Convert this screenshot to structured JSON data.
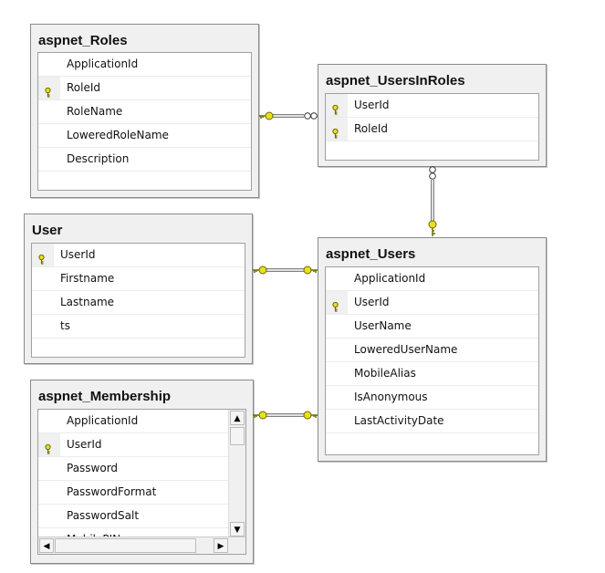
{
  "tables": [
    {
      "id": "roles",
      "title": "aspnet_Roles",
      "columns": [
        {
          "name": "ApplicationId",
          "pk": false
        },
        {
          "name": "RoleId",
          "pk": true
        },
        {
          "name": "RoleName",
          "pk": false
        },
        {
          "name": "LoweredRoleName",
          "pk": false
        },
        {
          "name": "Description",
          "pk": false
        }
      ]
    },
    {
      "id": "usersinroles",
      "title": "aspnet_UsersInRoles",
      "columns": [
        {
          "name": "UserId",
          "pk": true
        },
        {
          "name": "RoleId",
          "pk": true
        }
      ]
    },
    {
      "id": "user",
      "title": "User",
      "columns": [
        {
          "name": "UserId",
          "pk": true
        },
        {
          "name": "Firstname",
          "pk": false
        },
        {
          "name": "Lastname",
          "pk": false
        },
        {
          "name": "ts",
          "pk": false
        }
      ]
    },
    {
      "id": "users",
      "title": "aspnet_Users",
      "columns": [
        {
          "name": "ApplicationId",
          "pk": false
        },
        {
          "name": "UserId",
          "pk": true
        },
        {
          "name": "UserName",
          "pk": false
        },
        {
          "name": "LoweredUserName",
          "pk": false
        },
        {
          "name": "MobileAlias",
          "pk": false
        },
        {
          "name": "IsAnonymous",
          "pk": false
        },
        {
          "name": "LastActivityDate",
          "pk": false
        }
      ]
    },
    {
      "id": "membership",
      "title": "aspnet_Membership",
      "columns": [
        {
          "name": "ApplicationId",
          "pk": false
        },
        {
          "name": "UserId",
          "pk": true
        },
        {
          "name": "Password",
          "pk": false
        },
        {
          "name": "PasswordFormat",
          "pk": false
        },
        {
          "name": "PasswordSalt",
          "pk": false
        },
        {
          "name": "MobilePIN",
          "pk": false
        }
      ]
    }
  ],
  "relationships": [
    {
      "from": "aspnet_Roles",
      "to": "aspnet_UsersInRoles",
      "from_end": "one",
      "to_end": "many"
    },
    {
      "from": "aspnet_Users",
      "to": "aspnet_UsersInRoles",
      "from_end": "one",
      "to_end": "many"
    },
    {
      "from": "User",
      "to": "aspnet_Users",
      "from_end": "one",
      "to_end": "one"
    },
    {
      "from": "aspnet_Membership",
      "to": "aspnet_Users",
      "from_end": "one",
      "to_end": "one"
    }
  ],
  "scroll_glyphs": {
    "up": "▲",
    "down": "▼",
    "left": "◀",
    "right": "▶"
  },
  "colors": {
    "key": "#e8e020",
    "key_outline": "#6a6a00",
    "line": "#808080"
  }
}
